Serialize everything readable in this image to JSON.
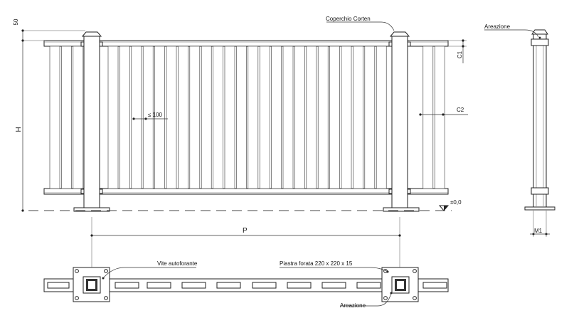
{
  "drawing": {
    "labels": {
      "coperchio": "Coperchio Corten",
      "areazione_top": "Areazione",
      "areazione_bottom": "Areazione",
      "vite": "Vite autoforante",
      "piastra": "Piastra forata 220 x 220 x 15",
      "spacing": "≤ 100",
      "level": "±0,0"
    },
    "dimensions": {
      "h": "H",
      "top": "50",
      "c1": "C1",
      "c2": "C2",
      "p": "P",
      "m1": "M1"
    }
  }
}
